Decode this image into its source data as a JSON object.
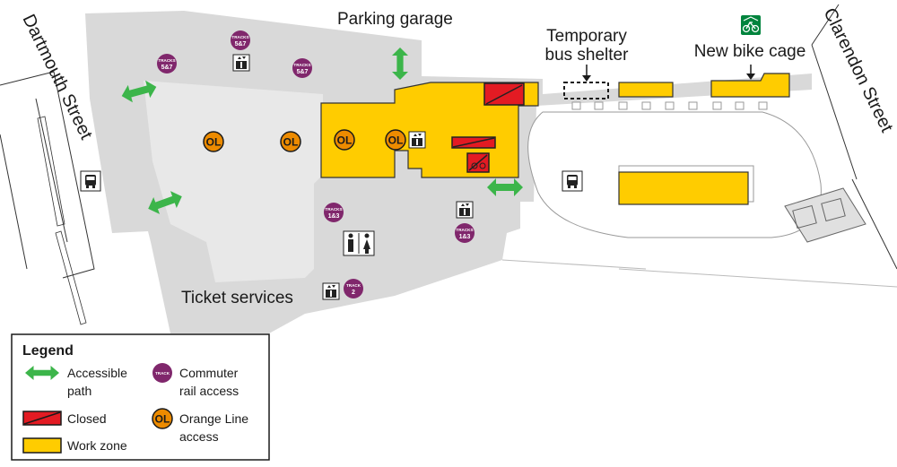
{
  "streets": {
    "west": "Dartmouth Street",
    "east": "Clarendon Street"
  },
  "areas": {
    "parking_garage": "Parking garage",
    "temporary_shelter_line1": "Temporary",
    "temporary_shelter_line2": "bus shelter",
    "bike_cage": "New bike cage",
    "ticket_services": "Ticket services"
  },
  "markers": {
    "orange_line": "OL",
    "tracks_label": "TRACKS",
    "track_label": "TRACK",
    "tracks_5_7": "5&7",
    "tracks_1_3": "1&3",
    "track_2": "2"
  },
  "legend": {
    "title": "Legend",
    "accessible_line1": "Accessible",
    "accessible_line2": "path",
    "closed": "Closed",
    "work_zone": "Work zone",
    "track_icon": "TRACK",
    "commuter_line1": "Commuter",
    "commuter_line2": "rail access",
    "ol_icon": "OL",
    "orange_line1": "Orange Line",
    "orange_line2": "access"
  },
  "colors": {
    "work_zone": "#ffcc00",
    "closed": "#e31b23",
    "accessible": "#3cb54a",
    "commuter_rail": "#80276c",
    "orange_line": "#ed8b00",
    "building": "#d9d9d9",
    "bike_icon": "#00843d"
  },
  "icons": [
    "elevator-icon",
    "bus-icon",
    "restroom-icon",
    "bike-icon",
    "closed-icon"
  ]
}
